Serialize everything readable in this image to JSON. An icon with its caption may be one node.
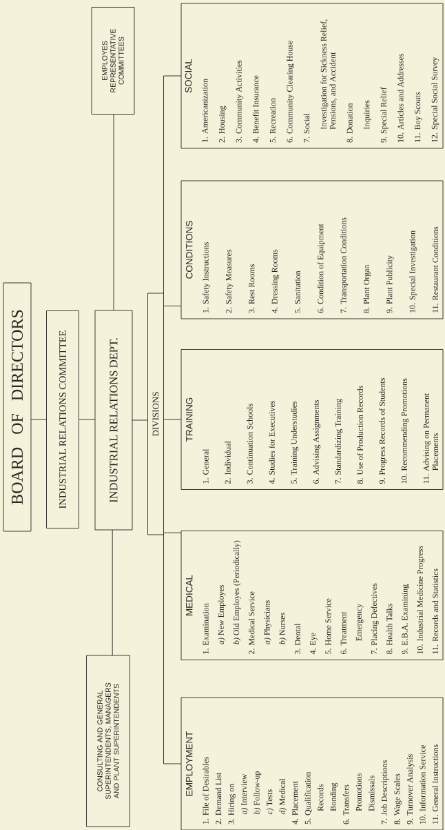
{
  "diagram": {
    "nodes": [
      {
        "text": [
          "BOARD OF DIRECTORS"
        ]
      },
      {
        "text": [
          "INDUSTRIAL RELATIONS COMMITTEE"
        ]
      },
      {
        "text": [
          "INDUSTRIAL RELATIONS DEPT."
        ]
      },
      {
        "text": [
          "CONSULTING AND GENERAL SUPERINTENDENTS, MANAGERS AND PLANT SUPERINTENDENTS"
        ]
      },
      {
        "text": [
          "EMPLOYES REPRESENTATIVE COMMITTEES"
        ]
      },
      {
        "text": [
          "DIVISIONS"
        ]
      },
      {
        "text": [
          "EMPLOYMENT",
          "1. File of Desirables",
          "2. Demand List",
          "3. Hiring on",
          "*a)* Interview",
          "*b)* Follow-up",
          "*c)* Tests",
          "*d)* Medical",
          "4. Placement",
          "5. Qualification",
          "Records",
          "Bonding",
          "6. Transfers",
          "Promotions",
          "Dismissals",
          "7. Job Descriptions",
          "8. Wage Scales",
          "9. Turnover Analysis",
          "10. Information Service",
          "11. General Instructions"
        ]
      },
      {
        "text": [
          "MEDICAL",
          "1. Examination",
          "*a)* New Employes",
          "*b)* Old Employes (Periodically)",
          "2. Medical Service",
          "*a)* Physicians",
          "*b)* Nurses",
          "3. Dental",
          "4. Eye",
          "5. Home Service",
          "6. Treatment",
          "Emergency",
          "7. Placing Defectives",
          "8. Health Talks",
          "9. E.B.A. Examining",
          "10. Industrial Medicine Progress",
          "11. Records and Statistics"
        ]
      },
      {
        "text": [
          "TRAINING",
          "1. General",
          "2. Individual",
          "3. Continuation Schools",
          "4. Studies for Executives",
          "5. Training Understudies",
          "6. Advising Assignments",
          "7. Standardizing Training",
          "8. Use of Production Records",
          "9. Progress Records of Students",
          "10. Recommending Promotions",
          "11. Advising on Permanent Placements"
        ]
      },
      {
        "text": [
          "CONDITIONS",
          "1. Safety Instructions",
          "2. Safety Measures",
          "3. Rest Rooms",
          "4. Dressing Rooms",
          "5. Sanitation",
          "6. Condition of Equipment",
          "7. Transportation Conditions",
          "8. Plant Organ",
          "9. Plant Publicity",
          "10. Special Investigation",
          "11. Restaurant Conditions"
        ]
      },
      {
        "text": [
          "SOCIAL",
          "1. Americanization",
          "2. Housing",
          "3. Community Activities",
          "4. Benefit Insurance",
          "5. Recreation",
          "6. Community Clearing House",
          "7. Social",
          "Investigation for Sickness Relief, Pensions, and Accident",
          "8. Donation",
          "Inquiries",
          "9. Special Relief",
          "10. Articles and Addresses",
          "11. Boy Scouts",
          "12. Special Social Survey"
        ]
      }
    ],
    "edges": [
      {
        "from": 0,
        "to": 1,
        "arrow": "none"
      },
      {
        "from": 1,
        "to": 2,
        "arrow": "none"
      },
      {
        "from": 2,
        "to": 3,
        "arrow": "none"
      },
      {
        "from": 2,
        "to": 4,
        "arrow": "none"
      },
      {
        "from": 2,
        "to": 5,
        "arrow": "none"
      },
      {
        "from": 5,
        "to": 6,
        "arrow": "none"
      },
      {
        "from": 5,
        "to": 7,
        "arrow": "none"
      },
      {
        "from": 5,
        "to": 8,
        "arrow": "none"
      },
      {
        "from": 5,
        "to": 9,
        "arrow": "none"
      },
      {
        "from": 5,
        "to": 10,
        "arrow": "none"
      }
    ]
  }
}
